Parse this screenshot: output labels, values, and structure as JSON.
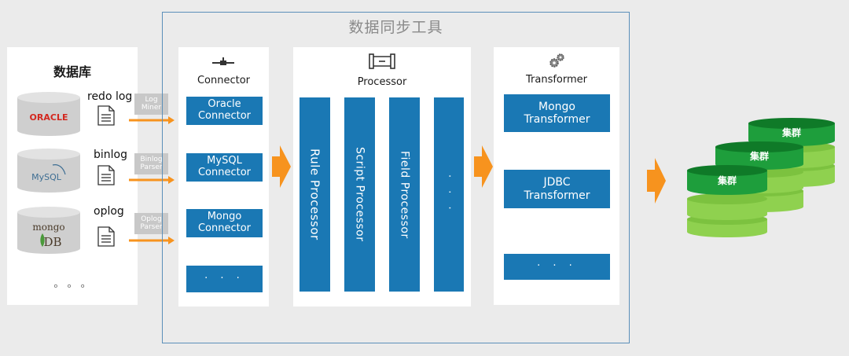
{
  "title": "数据同步工具",
  "database": {
    "title": "数据库",
    "sources": [
      {
        "logo": "ORACLE",
        "log": "redo log",
        "parser_line1": "Log",
        "parser_line2": "Miner"
      },
      {
        "logo": "MySQL",
        "log": "binlog",
        "parser_line1": "Binlog",
        "parser_line2": "Parser"
      },
      {
        "logo_line1": "mongo",
        "logo_line2": "DB",
        "log": "oplog",
        "parser_line1": "Oplog",
        "parser_line2": "Parser"
      }
    ],
    "more": "。 。 。"
  },
  "connector": {
    "title": "Connector",
    "items": [
      {
        "line1": "Oracle",
        "line2": "Connector"
      },
      {
        "line1": "MySQL",
        "line2": "Connector"
      },
      {
        "line1": "Mongo",
        "line2": "Connector"
      }
    ],
    "more": "· · ·"
  },
  "processor": {
    "title": "Processor",
    "items": [
      "Rule Processor",
      "Script Processor",
      "Field Processor"
    ],
    "more": "· · ·"
  },
  "transformer": {
    "title": "Transformer",
    "items": [
      {
        "line1": "Mongo",
        "line2": "Transformer"
      },
      {
        "line1": "JDBC",
        "line2": "Transformer"
      }
    ],
    "more": "· · ·"
  },
  "cluster": {
    "label": "集群",
    "colors": {
      "top": "#1e9e3c",
      "top_edge": "#0f7a28",
      "body": "#8fd14f",
      "body_edge": "#7cc23f"
    }
  },
  "colors": {
    "accent": "#1a78b4",
    "arrow": "#f7931e",
    "frame": "#5b8fb9"
  }
}
